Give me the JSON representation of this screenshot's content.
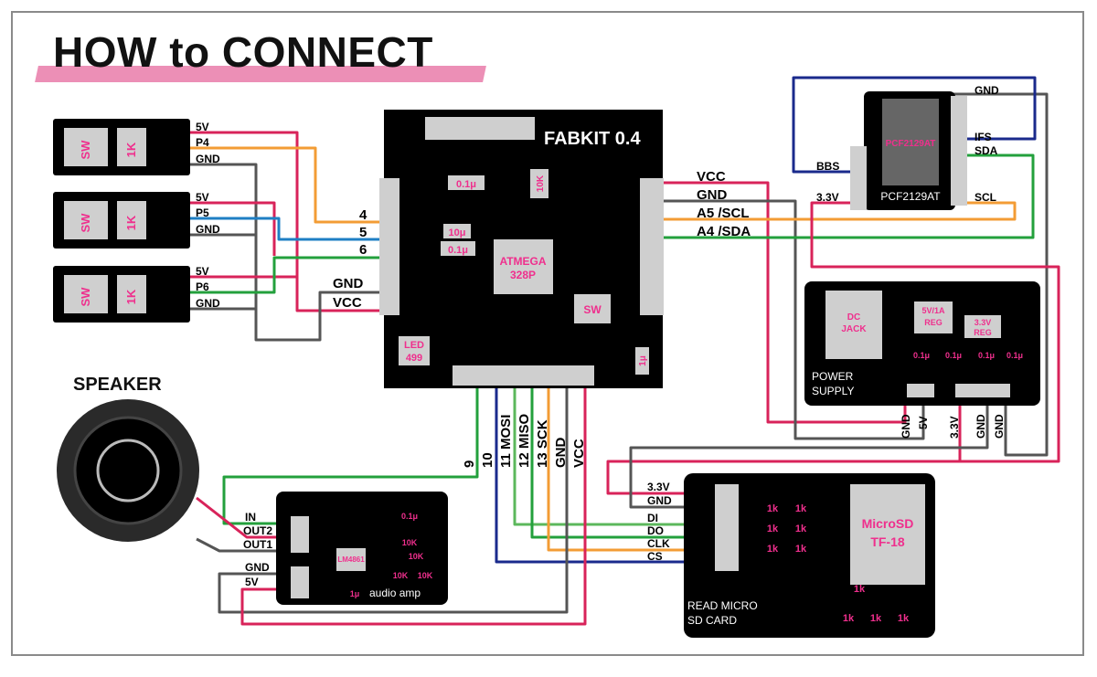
{
  "title": "HOW to CONNECT",
  "switches": [
    {
      "sw": "SW",
      "res": "1K",
      "pins": [
        "5V",
        "P4",
        "GND"
      ]
    },
    {
      "sw": "SW",
      "res": "1K",
      "pins": [
        "5V",
        "P5",
        "GND"
      ]
    },
    {
      "sw": "SW",
      "res": "1K",
      "pins": [
        "5V",
        "P6",
        "GND"
      ]
    }
  ],
  "fabkit": {
    "name": "FABKIT 0.4",
    "chip": [
      "ATMEGA",
      "328P"
    ],
    "caps": [
      "0.1μ",
      "10μ",
      "0.1μ",
      "1μ"
    ],
    "res": "10K",
    "led": [
      "LED",
      "499"
    ],
    "sw": "SW",
    "left_labels": [
      "4",
      "5",
      "6",
      "GND",
      "VCC"
    ],
    "right_labels": [
      "VCC",
      "GND",
      "A5 /SCL",
      "A4 /SDA"
    ],
    "bottom_labels": [
      "9",
      "10",
      "11 MOSI",
      "12 MISO",
      "13 SCK",
      "GND",
      "VCC"
    ]
  },
  "rtc": {
    "chip": "PCF2129AT",
    "label": "PCF2129AT",
    "pins": [
      "GND",
      "IFS",
      "SDA",
      "SCL",
      "BBS",
      "3.3V"
    ]
  },
  "power": {
    "title": [
      "POWER",
      "SUPPLY"
    ],
    "dc": [
      "DC",
      "JACK"
    ],
    "reg5": [
      "5V/1A",
      "REG"
    ],
    "reg3": [
      "3.3V",
      "REG"
    ],
    "caps": [
      "0.1μ",
      "0.1μ",
      "0.1μ",
      "0.1μ"
    ],
    "pins": [
      "GND",
      "5V",
      "3.3V",
      "GND",
      "GND"
    ]
  },
  "speaker": "SPEAKER",
  "amp": {
    "name": "audio amp",
    "chip": "LM4861",
    "cap": "1μ",
    "cap2": "0.1μ",
    "pins": [
      "IN",
      "OUT2",
      "OUT1",
      "GND",
      "5V"
    ],
    "res": [
      "10K",
      "10K",
      "10K",
      "10K"
    ]
  },
  "sd": {
    "title": [
      "READ MICRO",
      "SD CARD"
    ],
    "card": [
      "MicroSD",
      "TF-18"
    ],
    "pins": [
      "3.3V",
      "GND",
      "DI",
      "DO",
      "CLK",
      "CS"
    ],
    "res": "1k"
  },
  "colors": {
    "red": "#d8235a",
    "orange": "#f39c35",
    "blue": "#1f7fc4",
    "green": "#23a03c",
    "gray": "#555555",
    "navy": "#1a2a8c",
    "lime": "#5cb85c",
    "pink": "#ef2f8d"
  }
}
